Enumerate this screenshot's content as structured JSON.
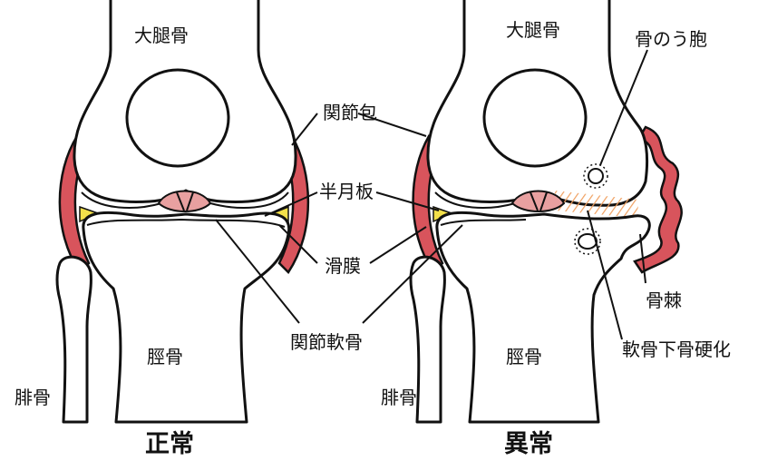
{
  "labels": {
    "femur_left": "大腿骨",
    "femur_right": "大腿骨",
    "capsule": "関節包",
    "meniscus": "半月板",
    "synovium": "滑膜",
    "cartilage": "関節軟骨",
    "tibia_left": "脛骨",
    "tibia_right": "脛骨",
    "fibula_left": "腓骨",
    "fibula_right": "腓骨",
    "cyst": "骨のう胞",
    "osteophyte": "骨棘",
    "sclerosis": "軟骨下骨硬化"
  },
  "captions": {
    "normal": "正常",
    "abnormal": "異常"
  },
  "colors": {
    "capsule_fill": "#d8545c",
    "capsule_dark": "#9a2f36",
    "meniscus_fill": "#e8a0a0",
    "synovium_fill": "#f3e04a",
    "sclerosis_hatch": "#f0a060",
    "outline": "#111111",
    "bone_fill": "#ffffff"
  }
}
